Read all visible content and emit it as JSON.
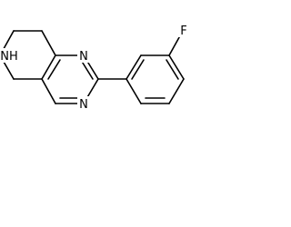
{
  "molecule": {
    "atoms": {
      "fluorine": "F",
      "nitrogen_upper": "N",
      "nitrogen_lower": "N",
      "amine": "NH"
    },
    "colors": {
      "bond": "#000000",
      "label": "#000000",
      "background": "#ffffff"
    }
  }
}
